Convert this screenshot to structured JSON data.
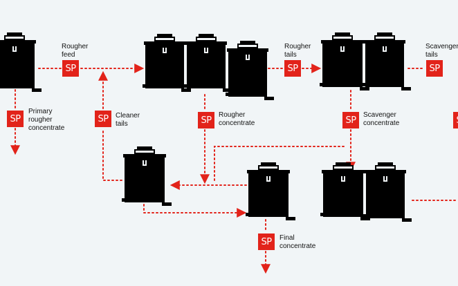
{
  "colors": {
    "background": "#f1f5f7",
    "tank": "#000000",
    "arrow": "#e2231a",
    "sp_box": "#e2231a",
    "sp_text": "#ffffff"
  },
  "sp_label": "SP",
  "labels": {
    "rougher_feed": "Rougher\nfeed",
    "primary_rougher_concentrate": "Primary\nrougher\nconcentrate",
    "cleaner_tails": "Cleaner\ntails",
    "rougher_tails": "Rougher\ntails",
    "rougher_concentrate": "Rougher\nconcentrate",
    "scavenger_tails": "Scavenger\ntails",
    "scavenger_concentrate": "Scavenger\nconcentrate",
    "final_concentrate": "Final\nconcentrate"
  }
}
